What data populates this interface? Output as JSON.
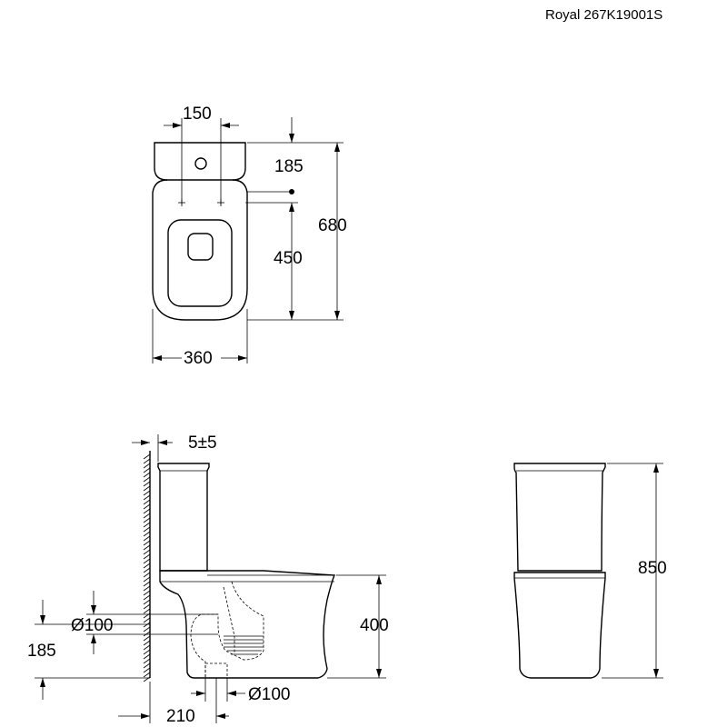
{
  "header": {
    "model": "Royal 267K19001S"
  },
  "top_view": {
    "dim_tap_spacing": "150",
    "dim_tank_to_fixing": "185",
    "dim_fixing_to_front": "450",
    "dim_overall_depth": "680",
    "dim_width": "360"
  },
  "side_view": {
    "dim_wall_gap": "5±5",
    "dim_inlet_diameter": "Ø100",
    "dim_outlet_height": "185",
    "dim_seat_height": "400",
    "dim_floor_outlet_offset": "210",
    "dim_floor_outlet_diameter": "Ø100"
  },
  "front_view": {
    "dim_total_height": "850"
  }
}
